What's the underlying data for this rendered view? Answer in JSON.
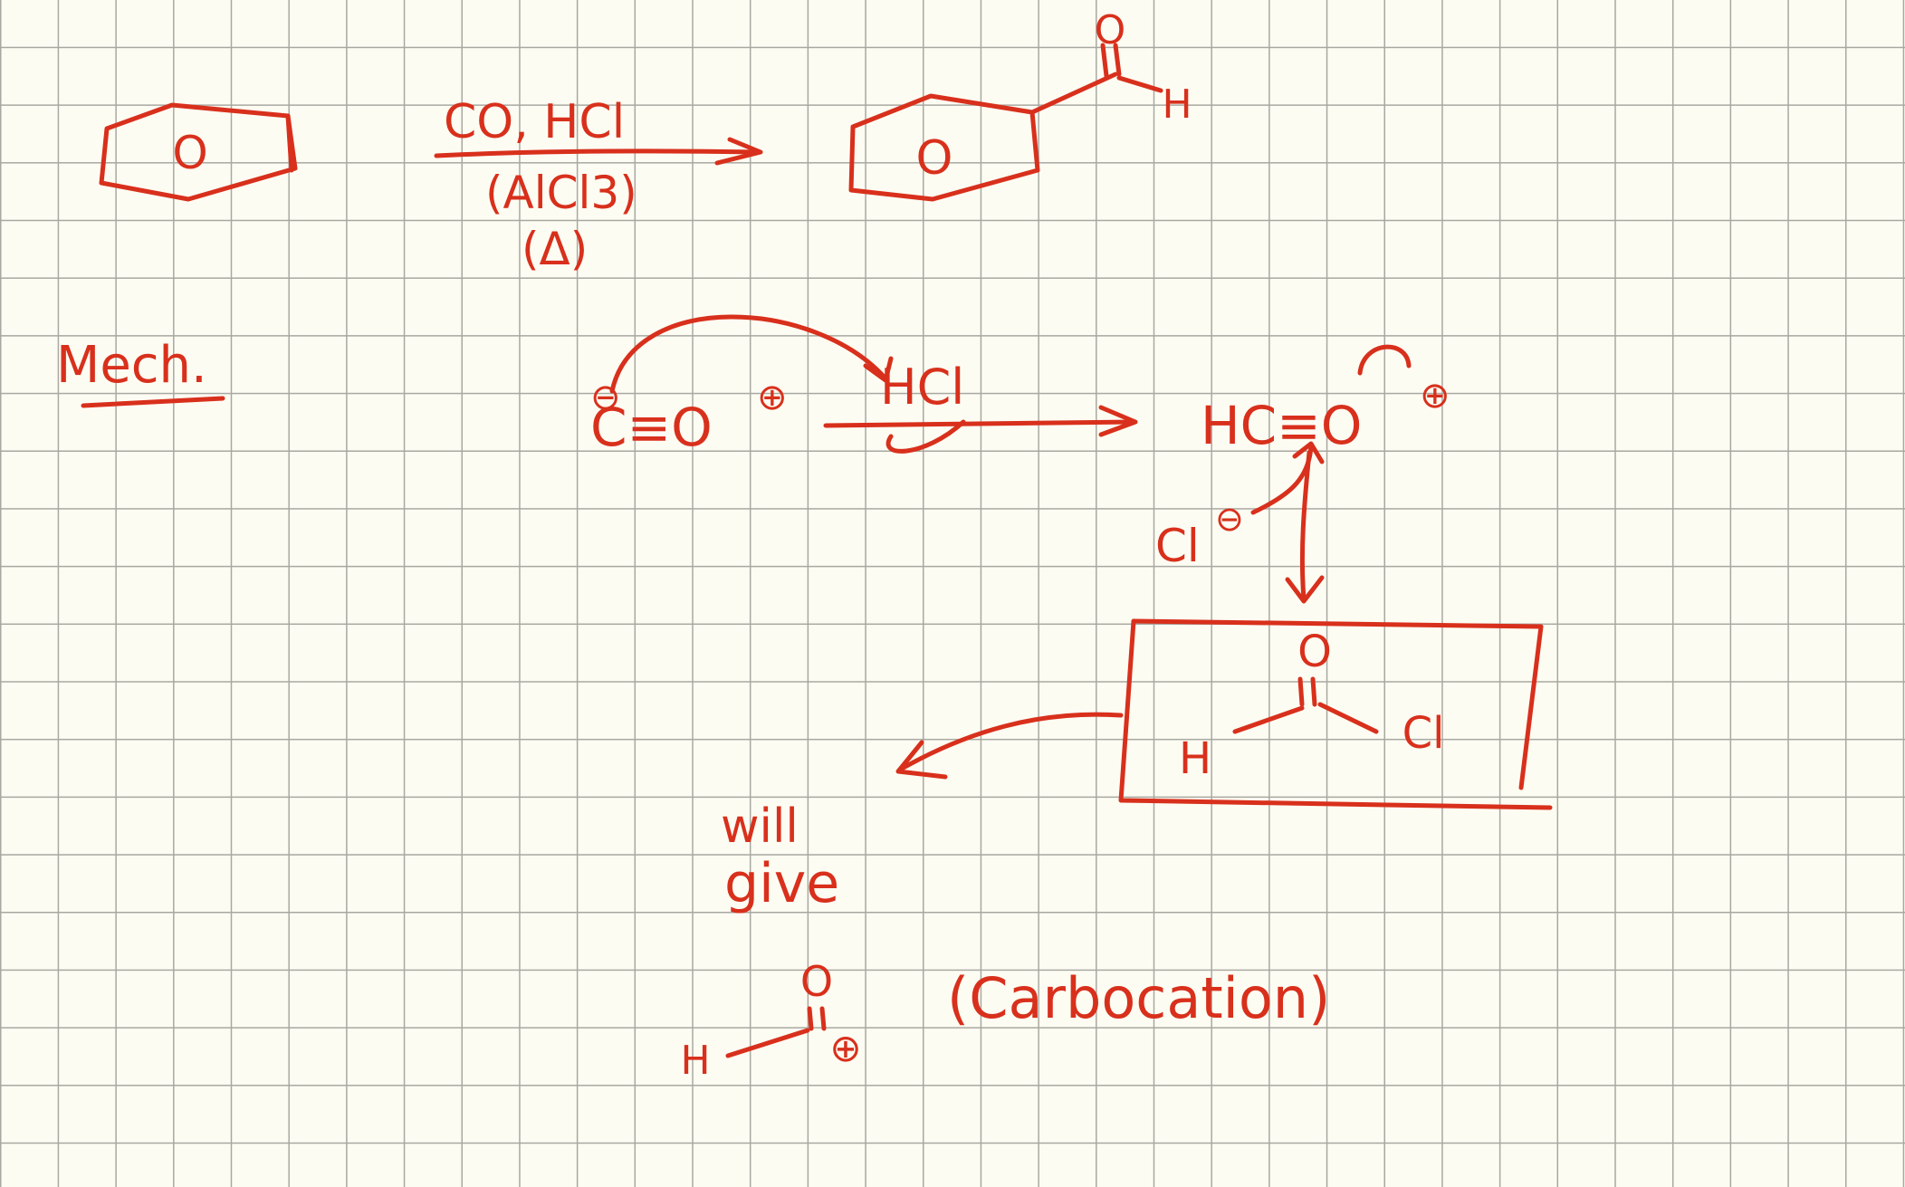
{
  "note": {
    "ink_color": "#d8301c",
    "paper_color": "#fdfcf2",
    "grid_color": "#a8a8a2",
    "reaction": {
      "benzene_center_label": "O",
      "reagents_above": "CO, HCl",
      "catalyst_below": "(AlCl3)",
      "condition_below": "(Δ)",
      "product_ring_label": "O",
      "product_carbonyl_oxygen": "O",
      "product_hydrogen": "H"
    },
    "mechanism": {
      "heading": "Mech.",
      "co_minus_charge": "⊖",
      "co_formula": "C≡O",
      "co_plus_charge": "⊕",
      "hcl": "HCl",
      "formyl_cation": "HC≡O",
      "formyl_plus_charge": "⊕",
      "chloride": "Cl",
      "chloride_charge": "⊖",
      "formyl_chloride_oxygen": "O",
      "formyl_chloride_hydrogen": "H",
      "formyl_chloride_chlorine": "Cl",
      "will_text": "will",
      "give_text": "give",
      "cation_oxygen": "O",
      "cation_hydrogen": "H",
      "cation_plus_charge": "⊕",
      "carbocation_label": "(Carbocation)"
    }
  }
}
